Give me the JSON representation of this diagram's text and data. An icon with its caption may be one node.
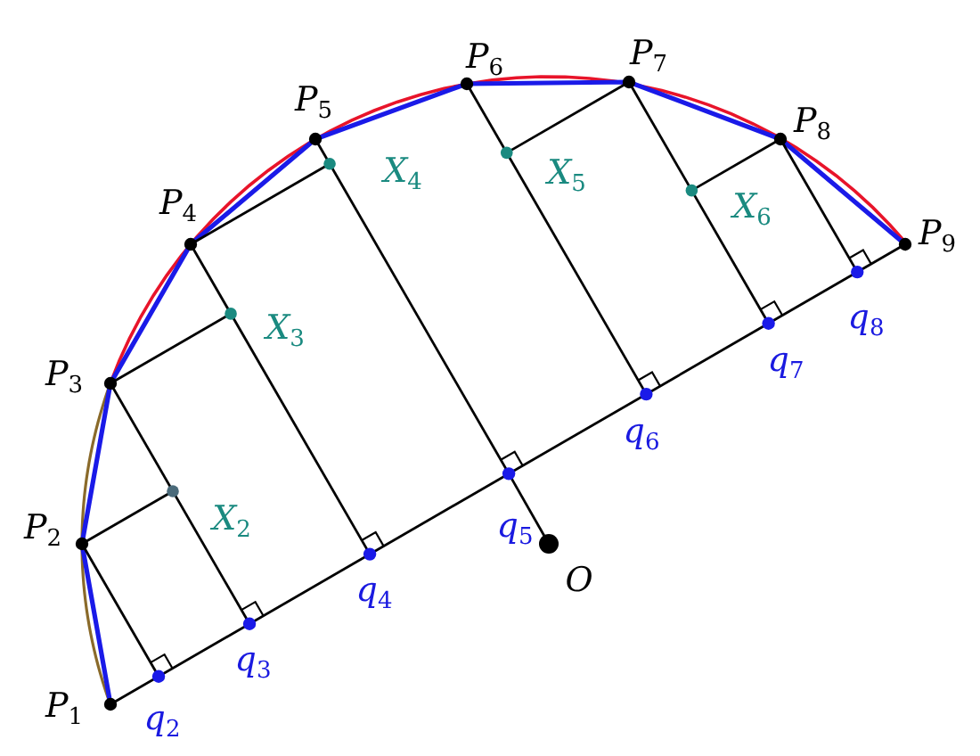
{
  "diagram": {
    "labels": [
      "P$_{5}$",
      "P$_{6}$",
      "P$_{7}$",
      "P$_{8}$",
      "P$_{4}$",
      "X$_{4}$",
      "X$_{5}$",
      "X$_{6}$",
      "P$_{9}$",
      "P$_{3}$",
      "X$_{3}$",
      "P$_{2}$",
      "X$_{2}$",
      "q$_{7}$",
      "q$_{8}$",
      "q$_{6}$",
      "q$_{5}$",
      "q$_{4}$",
      "O",
      "q$_{3}$",
      "P$_{1}$",
      "q$_{2}$"
    ]
  }
}
